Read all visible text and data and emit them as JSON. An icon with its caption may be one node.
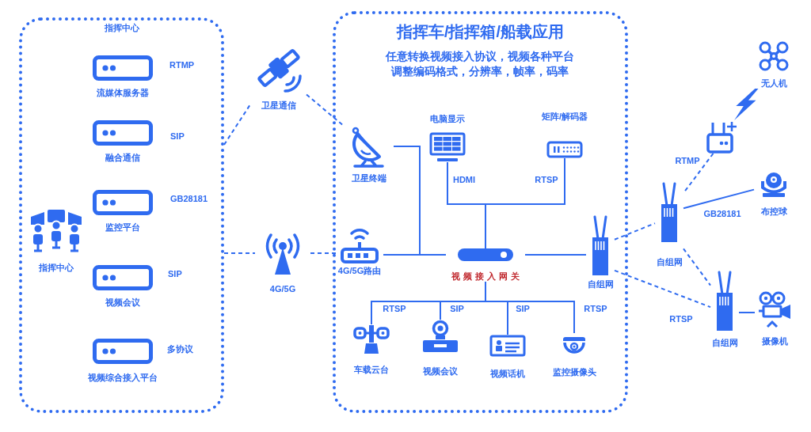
{
  "diagram": {
    "nodes": [
      {
        "text": [
          "指挥中心"
        ]
      },
      {
        "text": [
          "流媒体服务器"
        ],
        "in": 0,
        "beside": [
          "RTMP"
        ]
      },
      {
        "text": [
          "融合通信"
        ],
        "in": 0,
        "beside": [
          "SIP"
        ]
      },
      {
        "text": [
          "监控平台"
        ],
        "in": 0,
        "beside": [
          "GB28181"
        ]
      },
      {
        "text": [
          "指挥中心"
        ],
        "in": 0
      },
      {
        "text": [
          "视频会议"
        ],
        "in": 0,
        "beside": [
          "SIP"
        ]
      },
      {
        "text": [
          "视频综合接入平台"
        ],
        "in": 0,
        "beside": [
          "多协议"
        ]
      },
      {
        "text": [
          "卫星通信"
        ]
      },
      {
        "text": [
          "4G/5G"
        ]
      },
      {
        "text": [
          "指挥车/指挥箱/船载应用",
          "任意转换视频接入协议，视频各种平台调整编码格式，分辨率，帧率，码率"
        ]
      },
      {
        "text": [
          "卫星终端"
        ],
        "in": 9
      },
      {
        "text": [
          "电脑显示"
        ],
        "in": 9
      },
      {
        "text": [
          "矩阵/解码器"
        ],
        "in": 9
      },
      {
        "text": [
          "4G/5G路由"
        ],
        "in": 9
      },
      {
        "text": [
          "视频接入网关"
        ],
        "in": 9
      },
      {
        "text": [
          "自组网"
        ],
        "in": 9
      },
      {
        "text": [
          "车载云台"
        ],
        "in": 9
      },
      {
        "text": [
          "视频会议"
        ],
        "in": 9
      },
      {
        "text": [
          "视频话机"
        ],
        "in": 9
      },
      {
        "text": [
          "监控摄像头"
        ],
        "in": 9
      },
      {
        "text": [
          "无人机"
        ]
      },
      {
        "text": [],
        "shape": "picture"
      },
      {
        "text": [
          "自组网"
        ]
      },
      {
        "text": [
          "布控球"
        ]
      },
      {
        "text": [
          "自组网"
        ]
      },
      {
        "text": [
          "摄像机"
        ]
      }
    ],
    "edges": [
      {
        "from": 0,
        "to": 7,
        "arrow": "none",
        "style": "dashed"
      },
      {
        "from": 7,
        "to": 10,
        "arrow": "none",
        "style": "dashed"
      },
      {
        "from": 0,
        "to": 8,
        "arrow": "none",
        "style": "dashed"
      },
      {
        "from": 8,
        "to": 13,
        "arrow": "none",
        "style": "dashed"
      },
      {
        "from": 10,
        "to": 14,
        "arrow": "none"
      },
      {
        "from": 13,
        "to": 14,
        "arrow": "none"
      },
      {
        "from": 11,
        "to": 14,
        "arrow": "none",
        "label": "HDMI"
      },
      {
        "from": 12,
        "to": 14,
        "arrow": "none",
        "label": "RTSP"
      },
      {
        "from": 14,
        "to": 15,
        "arrow": "none"
      },
      {
        "from": 14,
        "to": 16,
        "arrow": "none",
        "label": "RTSP"
      },
      {
        "from": 14,
        "to": 17,
        "arrow": "none",
        "label": "SIP"
      },
      {
        "from": 14,
        "to": 18,
        "arrow": "none",
        "label": "SIP"
      },
      {
        "from": 14,
        "to": 19,
        "arrow": "none",
        "label": "RTSP"
      },
      {
        "from": 15,
        "to": 22,
        "arrow": "none",
        "style": "dashed"
      },
      {
        "from": 15,
        "to": 24,
        "arrow": "none",
        "style": "dashed",
        "label": "RTSP"
      },
      {
        "from": 21,
        "to": 22,
        "arrow": "none",
        "style": "dashed",
        "label": "RTMP"
      },
      {
        "from": 23,
        "to": 22,
        "arrow": "none",
        "label": "GB28181"
      },
      {
        "from": 22,
        "to": 24,
        "arrow": "none",
        "style": "dashed"
      },
      {
        "from": 24,
        "to": 25,
        "arrow": "none"
      },
      {
        "from": 21,
        "to": 20,
        "arrow": "none"
      }
    ]
  }
}
